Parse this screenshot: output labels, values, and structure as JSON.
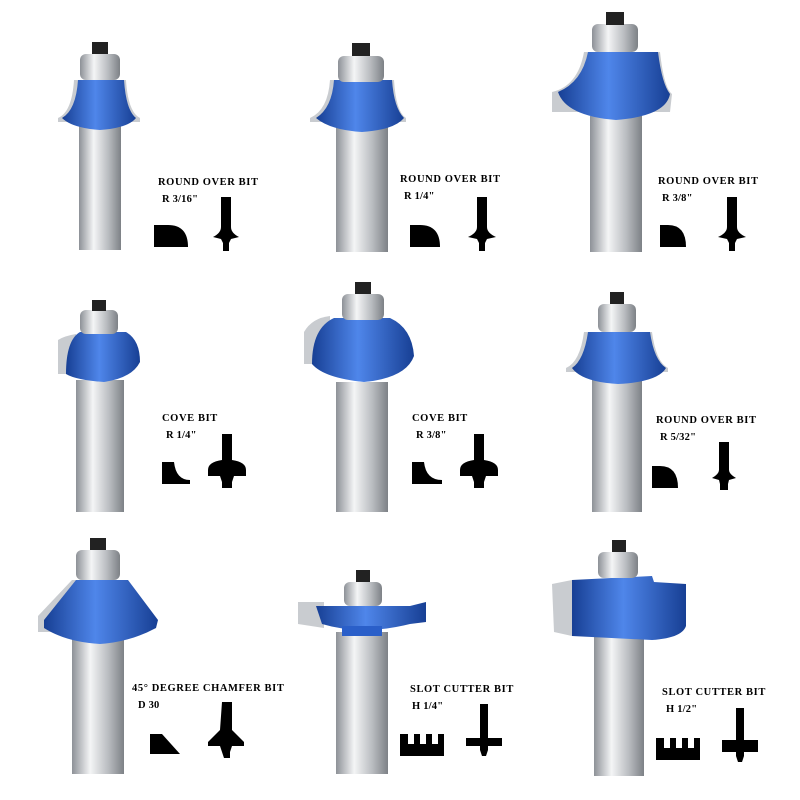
{
  "colors": {
    "bit_blue": "#2a5fc9",
    "bit_blue_dark": "#173f94",
    "bit_blue_light": "#5b8ff0",
    "steel": "#c9ccd0",
    "profile_black": "#000000"
  },
  "bits": [
    {
      "name": "ROUND OVER BIT",
      "size": "R 3/16\"",
      "profile": "roundover"
    },
    {
      "name": "ROUND OVER BIT",
      "size": "R 1/4\"",
      "profile": "roundover"
    },
    {
      "name": "ROUND OVER BIT",
      "size": "R 3/8\"",
      "profile": "roundover"
    },
    {
      "name": "COVE BIT",
      "size": "R 1/4\"",
      "profile": "cove"
    },
    {
      "name": "COVE BIT",
      "size": "R 3/8\"",
      "profile": "cove"
    },
    {
      "name": "ROUND OVER BIT",
      "size": "R 5/32\"",
      "profile": "roundover"
    },
    {
      "name": "45° DEGREE CHAMFER BIT",
      "size": "D 30",
      "profile": "chamfer"
    },
    {
      "name": "SLOT CUTTER BIT",
      "size": "H 1/4\"",
      "profile": "slot"
    },
    {
      "name": "SLOT CUTTER BIT",
      "size": "H 1/2\"",
      "profile": "slot"
    }
  ]
}
